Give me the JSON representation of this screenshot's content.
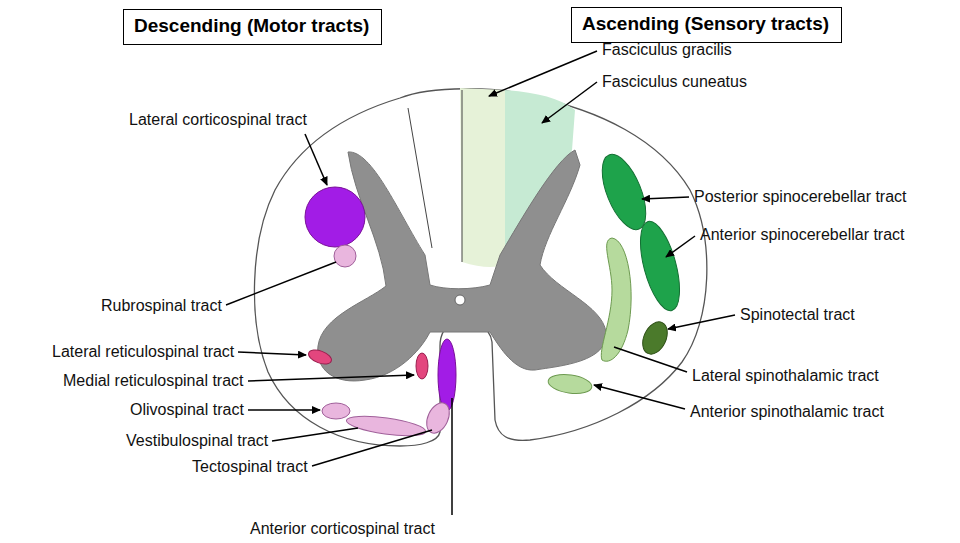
{
  "diagram": {
    "nodes": [
      {
        "text": [
          "Descending (Motor tracts)"
        ]
      },
      {
        "text": [
          "Ascending (Sensory tracts)"
        ]
      }
    ],
    "labels": [
      "Lateral corticospinal tract",
      "Fasciculus gracilis",
      "Fasciculus cuneatus",
      "Posterior spinocerebellar tract",
      "Anterior spinocerebellar tract",
      "Rubrospinal tract",
      "Spinotectal tract",
      "Lateral reticulospinal tract",
      "Medial reticulospinal tract",
      "Lateral spinothalamic tract",
      "Olivospinal tract",
      "Anterior spinothalamic tract",
      "Vestibulospinal tract",
      "Tectospinal tract",
      "Anterior corticospinal tract"
    ]
  }
}
